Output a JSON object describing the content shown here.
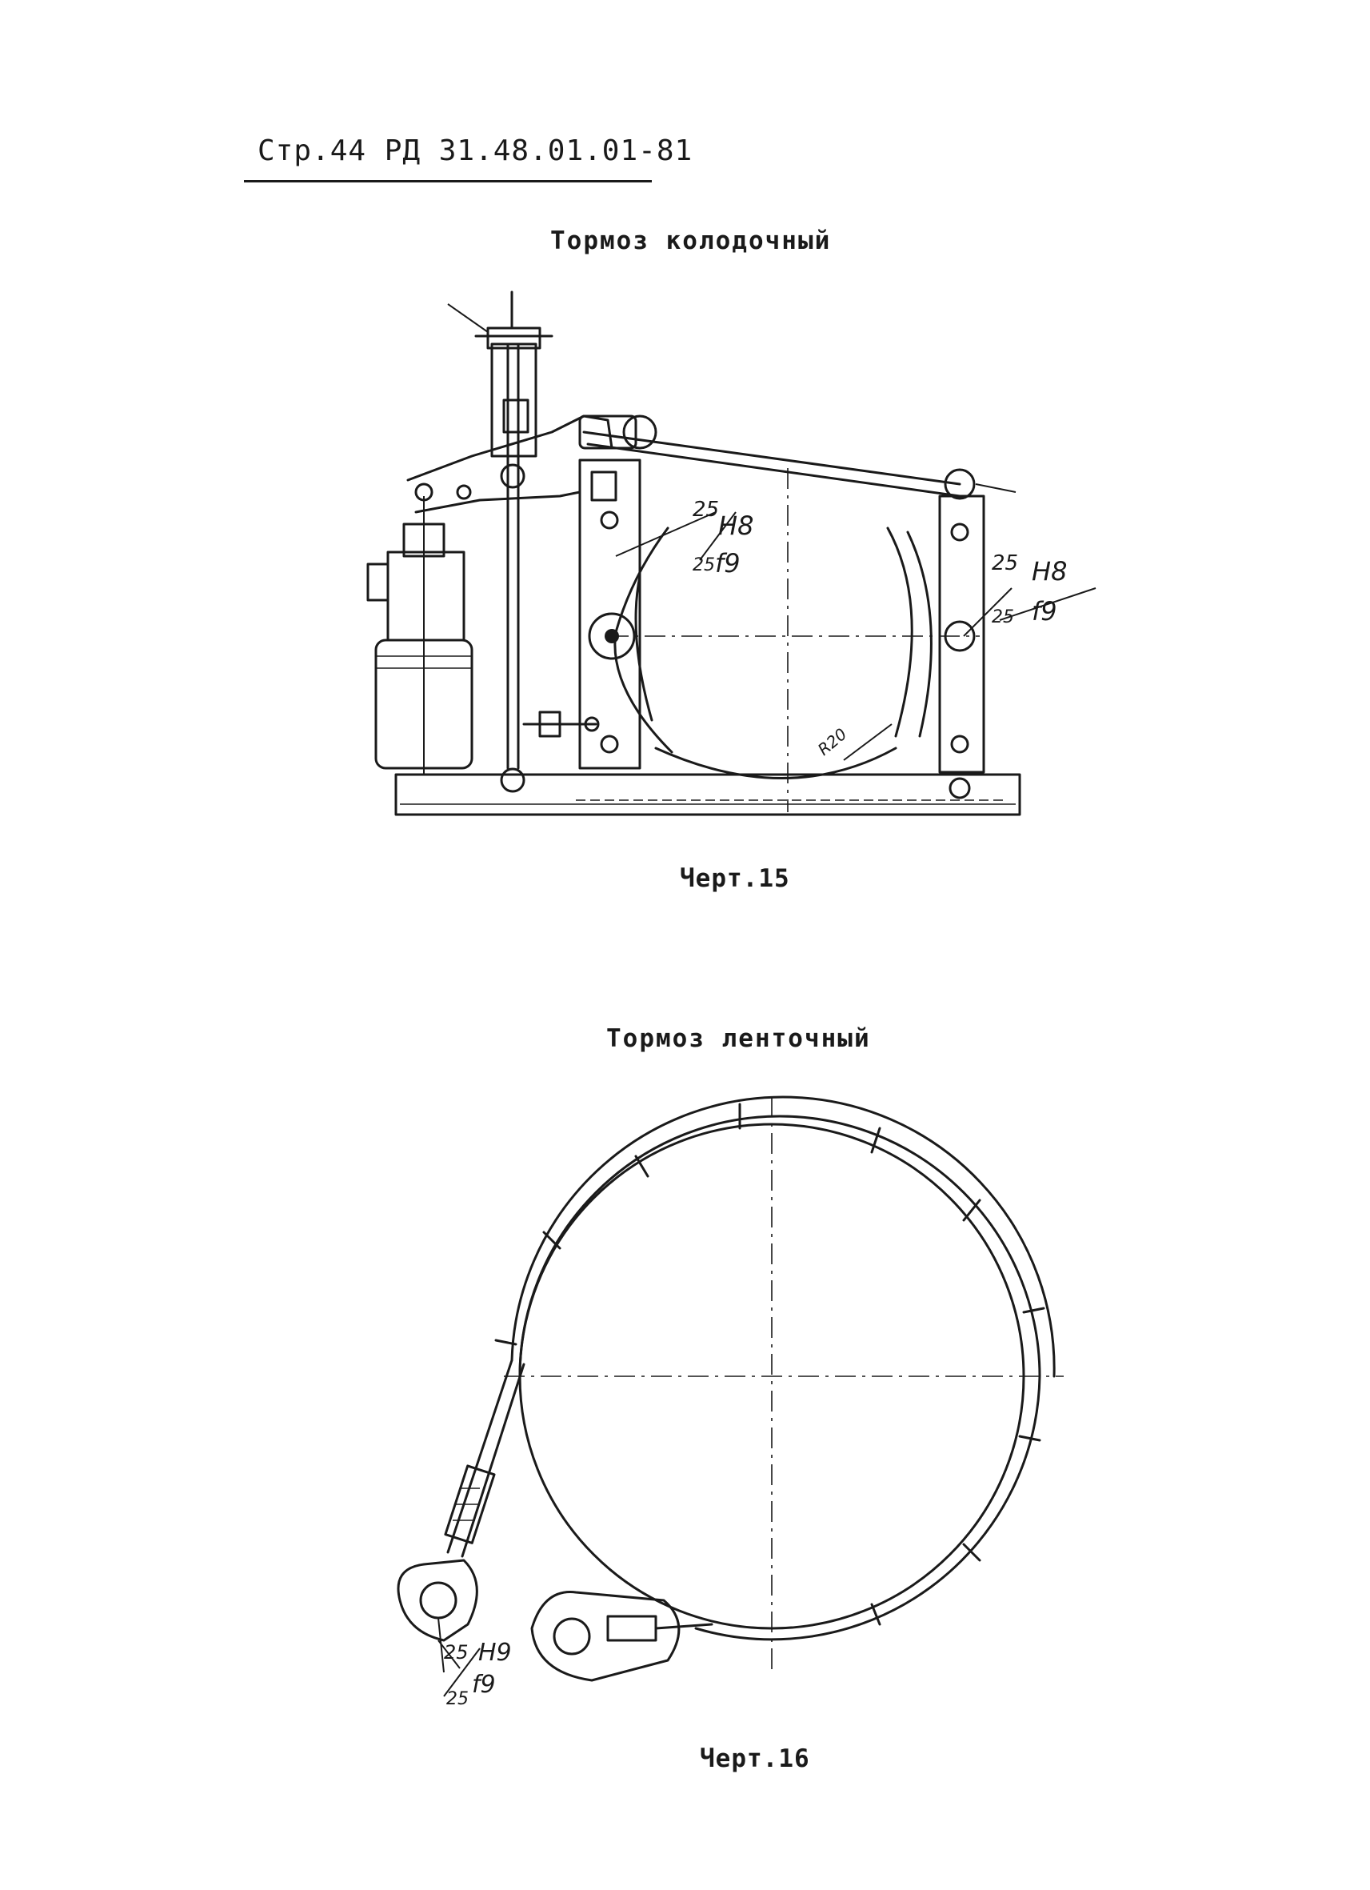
{
  "header": {
    "page_ref": "Стр.44 РД 31.48.01.01-81"
  },
  "figure1": {
    "title": "Тормоз колодочный",
    "caption": "Черт.15",
    "annotations": {
      "fit_upper_num": "25",
      "fit_upper_hole": "H8",
      "fit_upper_den": "25",
      "fit_upper_shaft": "f9",
      "fit_right_num": "25",
      "fit_right_hole": "H8",
      "fit_right_den": "25",
      "fit_right_shaft": "f9",
      "radius": "R20"
    }
  },
  "figure2": {
    "title": "Тормоз ленточный",
    "caption": "Черт.16",
    "annotations": {
      "fit_num": "25",
      "fit_hole": "H9",
      "fit_den": "25",
      "fit_shaft": "f9"
    }
  }
}
